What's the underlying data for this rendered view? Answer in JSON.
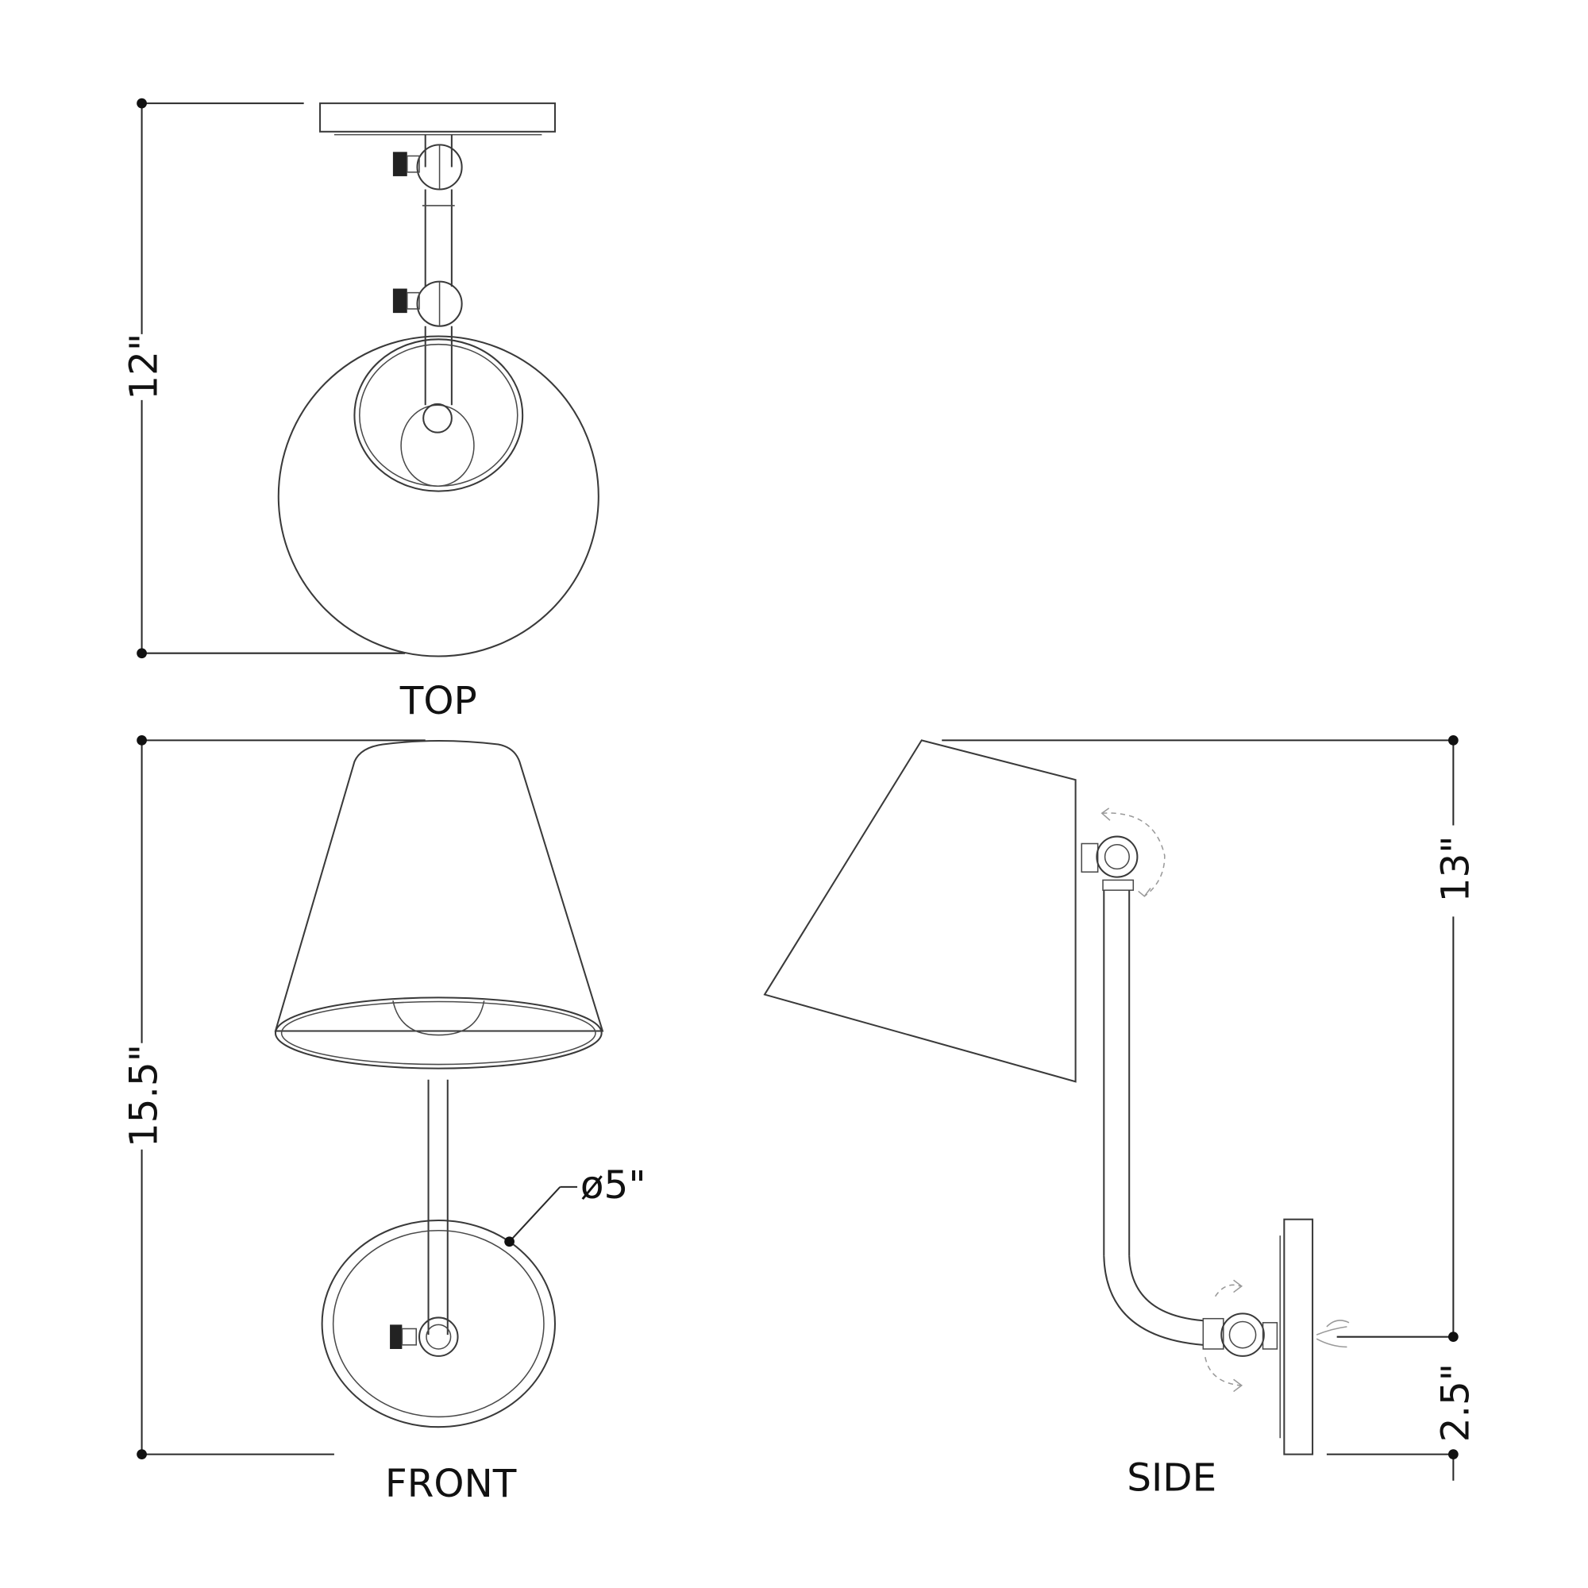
{
  "views": {
    "top": {
      "label": "TOP",
      "dimension": "12\""
    },
    "front": {
      "label": "FRONT",
      "dimension": "15.5\"",
      "diameter": "ø5\""
    },
    "side": {
      "label": "SIDE",
      "dimension_height": "13\"",
      "dimension_extension": "2.5\""
    }
  },
  "colors": {
    "line": "#3a3a3a",
    "dimension": "#2a2a2a",
    "background": "#ffffff"
  }
}
